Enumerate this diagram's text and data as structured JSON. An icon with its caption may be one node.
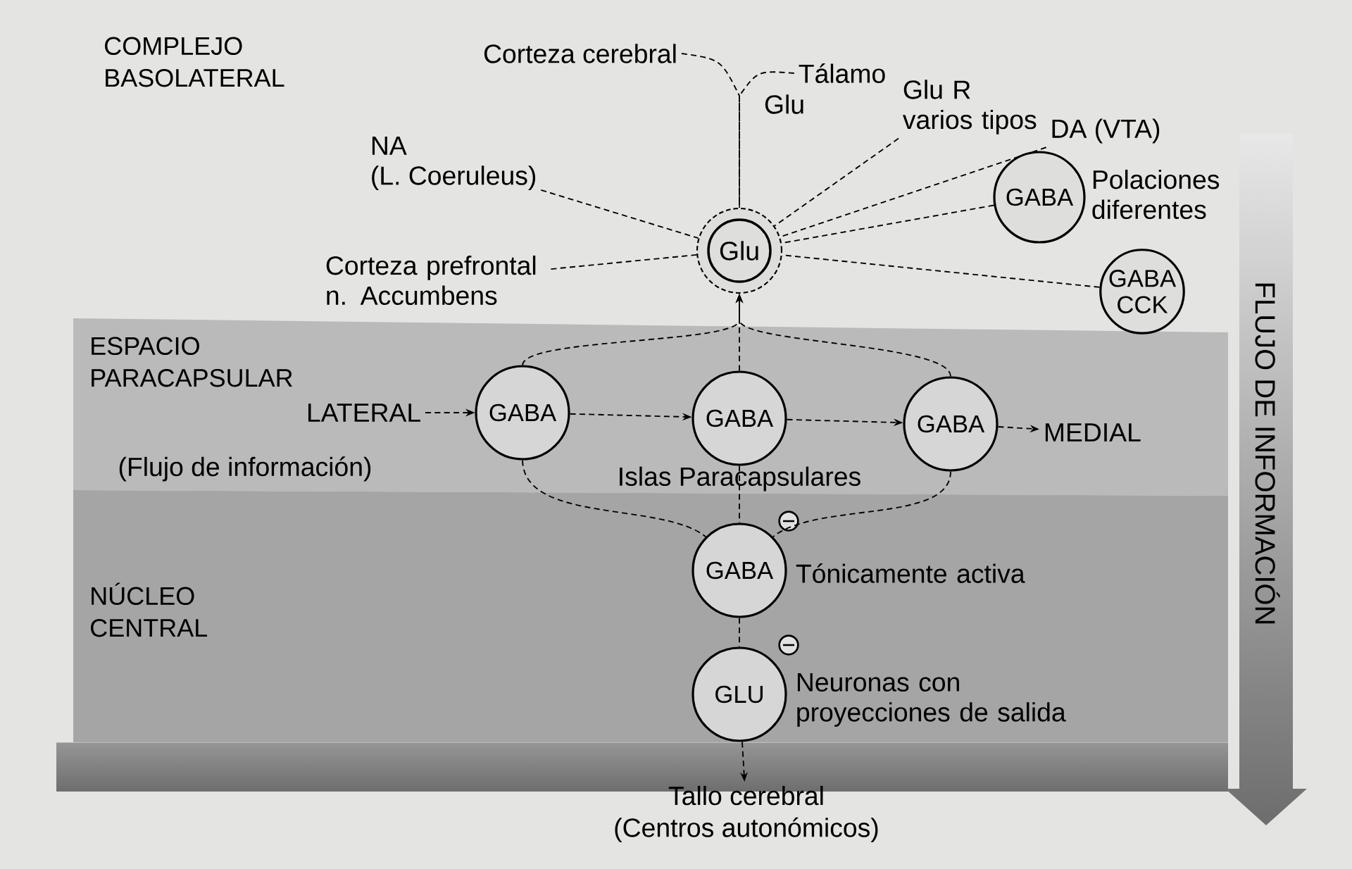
{
  "diagram": {
    "nodes": [
      {
        "text": [
          "Corteza cerebral"
        ]
      },
      {
        "text": [
          "Tálamo"
        ]
      },
      {
        "text": [
          "Glu R varios tipos"
        ]
      },
      {
        "text": [
          "DA (VTA)"
        ]
      },
      {
        "text": [
          "NA",
          "(L. Coeruleus)"
        ]
      },
      {
        "text": [
          "Corteza prefrontal n. Accumbens"
        ]
      },
      {
        "text": [
          "Glu"
        ]
      },
      {
        "text": [
          "GABA"
        ],
        "beside": [
          "Polaciones diferentes"
        ]
      },
      {
        "text": [
          "GABA CCK"
        ]
      },
      {
        "text": [
          "LATERAL"
        ]
      },
      {
        "text": [
          "GABA"
        ]
      },
      {
        "text": [
          "GABA"
        ]
      },
      {
        "text": [
          "GABA"
        ]
      },
      {
        "text": [
          "MEDIAL"
        ]
      },
      {
        "text": [
          "GABA"
        ],
        "beside": [
          "Tónicamente activa"
        ]
      },
      {
        "text": [
          "GLU"
        ],
        "beside": [
          "Neuronas con proyecciones de salida"
        ]
      },
      {
        "text": [
          "Tallo cerebral",
          "(Centros autonómicos)"
        ]
      }
    ],
    "edges": [
      {
        "from": 0,
        "to": 6,
        "arrow": "none"
      },
      {
        "from": 1,
        "to": 6,
        "arrow": "none"
      },
      {
        "from": 2,
        "to": 6,
        "arrow": "none"
      },
      {
        "from": 3,
        "to": 6,
        "arrow": "none"
      },
      {
        "from": 4,
        "to": 6,
        "arrow": "none"
      },
      {
        "from": 5,
        "to": 6,
        "arrow": "none"
      },
      {
        "from": 7,
        "to": 6,
        "arrow": "none"
      },
      {
        "from": 8,
        "to": 6,
        "arrow": "none"
      },
      {
        "from": 9,
        "to": 10,
        "arrow": "to"
      },
      {
        "from": 10,
        "to": 11,
        "arrow": "to"
      },
      {
        "from": 11,
        "to": 12,
        "arrow": "to"
      },
      {
        "from": 12,
        "to": 13,
        "arrow": "to"
      },
      {
        "from": 10,
        "to": 6,
        "arrow": "to"
      },
      {
        "from": 11,
        "to": 6,
        "arrow": "to"
      },
      {
        "from": 12,
        "to": 6,
        "arrow": "to"
      },
      {
        "from": 10,
        "to": 14,
        "arrow": "none"
      },
      {
        "from": 11,
        "to": 14,
        "arrow": "none"
      },
      {
        "from": 12,
        "to": 14,
        "arrow": "none"
      },
      {
        "from": 14,
        "to": 15,
        "arrow": "none"
      },
      {
        "from": 15,
        "to": 16,
        "arrow": "to"
      }
    ],
    "labels": [
      "COMPLEJO BASOLATERAL",
      "Glu",
      "ESPACIO PARACAPSULAR",
      "(Flujo de información)",
      "Islas Paracapsulares",
      "NÚCLEO CENTRAL",
      "FLUJO DE INFORMACIÓN"
    ]
  }
}
